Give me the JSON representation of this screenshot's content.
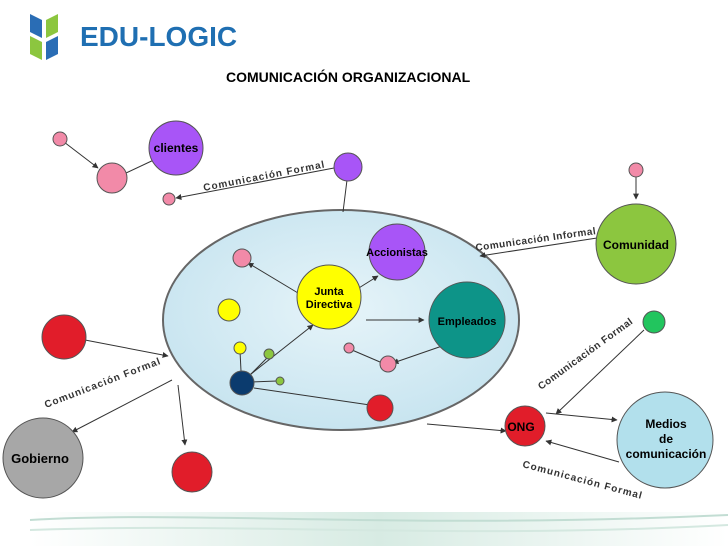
{
  "logo": {
    "text": "EDU-LOGIC",
    "icon": "book-leaf-logo",
    "colors": {
      "blue": "#2a6db5",
      "green": "#8cc63f",
      "text": "#1f6fb2"
    }
  },
  "title": "COMUNICACIÓN ORGANIZACIONAL",
  "nodes": {
    "clientes": "clientes",
    "accionistas": "Accionistas",
    "junta": [
      "Junta",
      "Directiva"
    ],
    "empleados": "Empleados",
    "comunidad": "Comunidad",
    "ong": "ONG",
    "medios": [
      "Medios",
      "de",
      "comunicación"
    ],
    "gobierno": "Gobierno"
  },
  "edge_labels": {
    "formal_top": "Comunicación Formal",
    "informal": "Comunicación Informal",
    "formal_right": "Comunicación Formal",
    "formal_left": "Comunicación Formal",
    "formal_bottom": "Comunicación Formal"
  },
  "colors": {
    "pink": "#f28aa8",
    "purple": "#a855f7",
    "yellow": "#ffff00",
    "green_node": "#8cc63f",
    "teal": "#0d9488",
    "red": "#e11d2a",
    "navy": "#0b3b6e",
    "light_blue": "#b2e0ec",
    "org_fill": "#c9e6f1",
    "org_border": "#666666",
    "bright_green": "#22c55e",
    "small_green": "#8ab43f"
  }
}
